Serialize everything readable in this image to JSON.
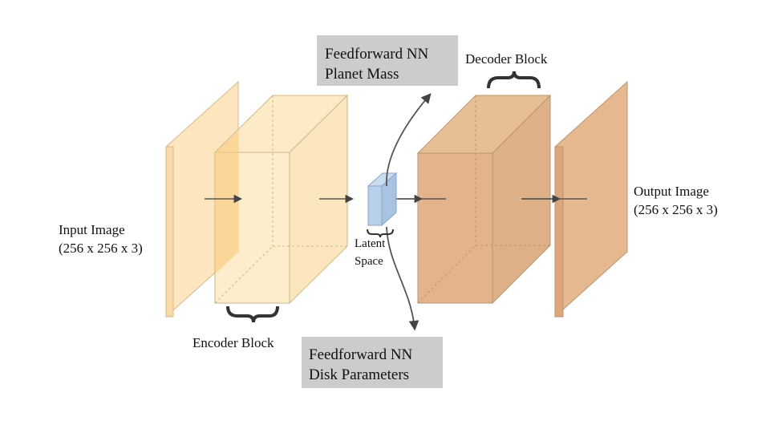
{
  "diagram": {
    "input_image": {
      "line1": "Input Image",
      "line2": "(256 x 256 x 3)"
    },
    "output_image": {
      "line1": "Output Image",
      "line2": "(256 x 256 x 3)"
    },
    "encoder_block": "Encoder Block",
    "decoder_block": "Decoder Block",
    "latent_space": {
      "line1": "Latent",
      "line2": "Space"
    },
    "ffnn_planet": {
      "line1": "Feedforward NN",
      "line2": "Planet Mass"
    },
    "ffnn_disk": {
      "line1": "Feedforward NN",
      "line2": "Disk Parameters"
    },
    "colors": {
      "input_fill": "#fde3b8",
      "encoder_fill": "#fde8bd",
      "decoder_fill": "#e3b48c",
      "latent_fill": "#b9d0ea",
      "box_fill": "#cccccc",
      "arrow": "#555555"
    }
  }
}
